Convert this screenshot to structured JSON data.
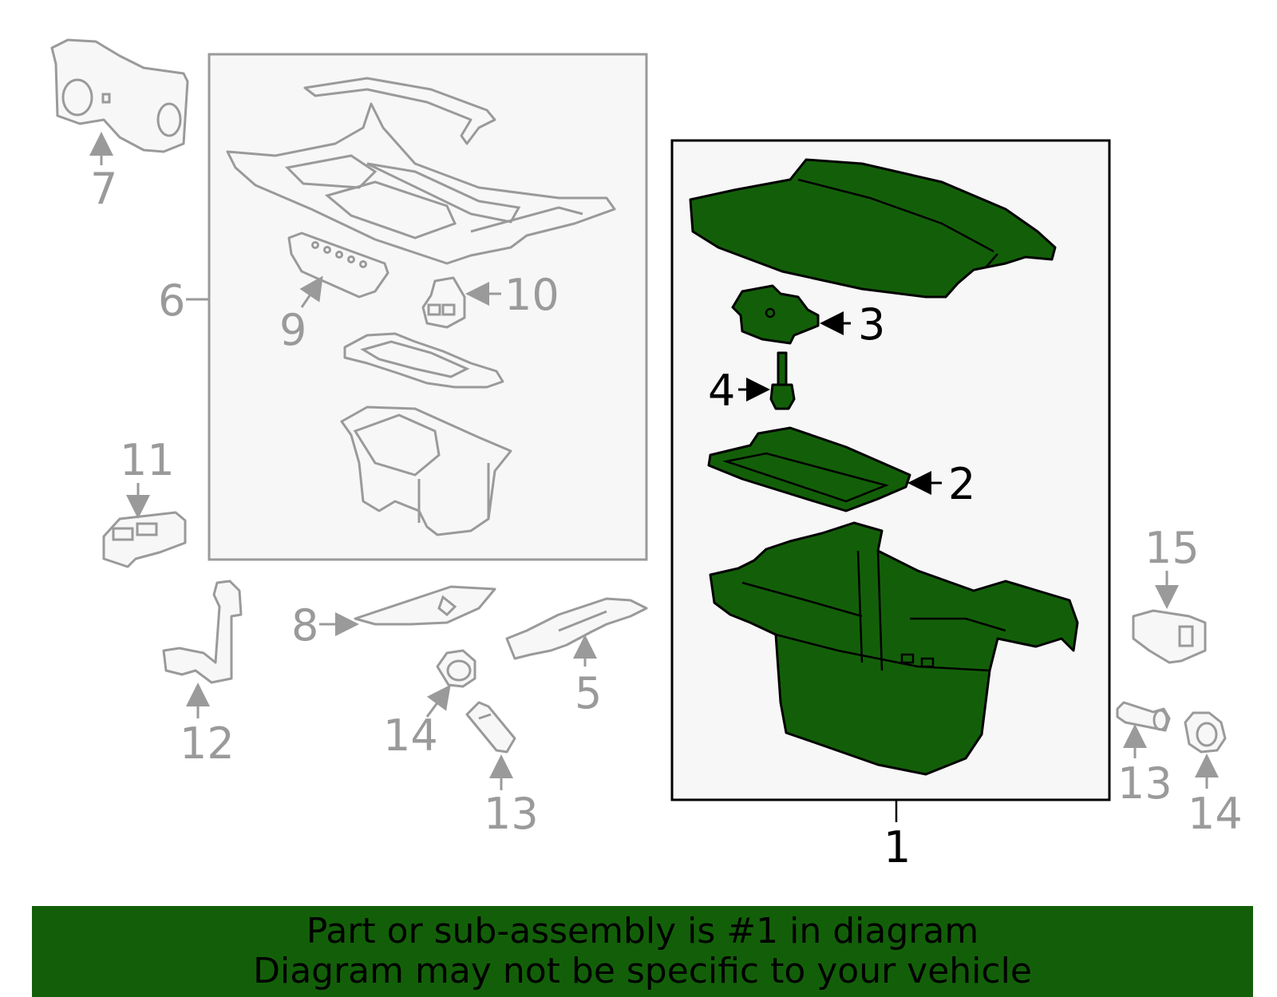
{
  "callouts": {
    "c1": "1",
    "c2": "2",
    "c3": "3",
    "c4": "4",
    "c5": "5",
    "c6": "6",
    "c7": "7",
    "c8": "8",
    "c9": "9",
    "c10": "10",
    "c11": "11",
    "c12": "12",
    "c13a": "13",
    "c13b": "13",
    "c14a": "14",
    "c14b": "14",
    "c15": "15"
  },
  "banner": {
    "line1": "Part or sub-assembly is #1 in diagram",
    "line2": "Diagram may not be specific to your vehicle"
  },
  "colors": {
    "highlight": "#135f09",
    "line_gray": "#9a9a9a",
    "box_fill": "#f7f7f7"
  }
}
